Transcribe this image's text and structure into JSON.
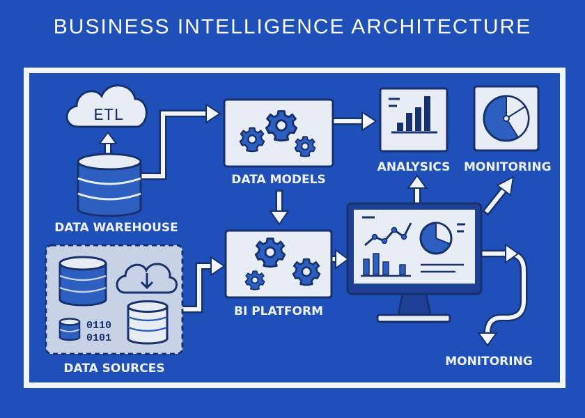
{
  "title": "BUSINESS INTELLIGENCE ARCHITECTURE",
  "nodes": {
    "etl": "ETL",
    "data_warehouse": "DATA WAREHOUSE",
    "data_models": "DATA MODELS",
    "analysics": "ANALYSICS",
    "monitoring_top": "MONITORING",
    "bi_platform": "BI PLATFORM",
    "data_sources": "DATA SOURCES",
    "monitoring_bottom": "MONITORING",
    "binary_line_1": "0110",
    "binary_line_2": "0101"
  },
  "colors": {
    "background": "#1f4fb8",
    "panel": "#e8edf5",
    "outline": "#17306e",
    "accent": "#2c5fbf",
    "arrow": "#f2f5fb"
  }
}
